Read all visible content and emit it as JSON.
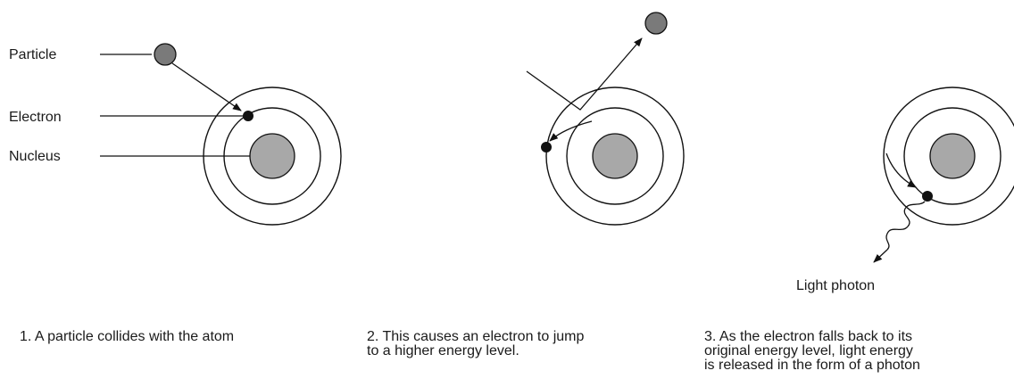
{
  "colors": {
    "nucleus": "#a8a8a8",
    "particle": "#7a7a7a",
    "electron": "#111111",
    "line": "#111111"
  },
  "labels": {
    "particle": "Particle",
    "electron": "Electron",
    "nucleus": "Nucleus",
    "photon": "Light photon"
  },
  "captions": {
    "panel1": [
      "1. A particle collides with the atom"
    ],
    "panel2": [
      "2. This causes an electron to jump",
      "to a higher energy level."
    ],
    "panel3": [
      "3. As the electron falls back to its",
      "original energy level, light energy",
      "is released in the form of a photon"
    ]
  }
}
